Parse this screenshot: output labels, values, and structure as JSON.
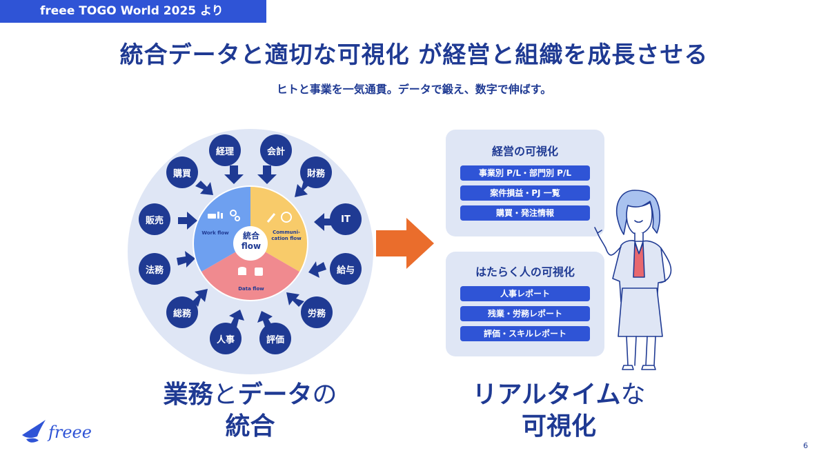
{
  "tag": "freee TOGO World 2025 より",
  "title": "統合データと適切な可視化 が経営と組織を成長させる",
  "subtitle": "ヒトと事業を一気通貫。データで鍛え、数字で伸ばす。",
  "circle": {
    "nodes": [
      "経理",
      "会計",
      "財務",
      "IT",
      "給与",
      "労務",
      "評価",
      "人事",
      "総務",
      "法務",
      "販売",
      "購買"
    ],
    "work_flow": "Work flow",
    "communication_flow_1": "Communi-",
    "communication_flow_2": "cation flow",
    "data_flow": "Data flow",
    "center_line1": "統合",
    "center_line2": "flow"
  },
  "left_caption": {
    "part1": "業務",
    "part2": "と",
    "part3": "データ",
    "part4": "の",
    "line2": "統合"
  },
  "right_caption": {
    "part1": "リアルタイム",
    "part2": "な",
    "line2": "可視化"
  },
  "panel_management": {
    "title": "経営の可視化",
    "items": [
      "事業別 P/L・部門別 P/L",
      "案件損益・PJ 一覧",
      "購買・発注情報"
    ]
  },
  "panel_people": {
    "title": "はたらく人の可視化",
    "items": [
      "人事レポート",
      "残業・労務レポート",
      "評価・スキルレポート"
    ]
  },
  "logo_text": "freee",
  "page_number": "6",
  "colors": {
    "navy": "#1f3a93",
    "blue": "#2f54d6",
    "light_blue_bg": "#dfe6f5",
    "orange_arrow": "#ea6d2c",
    "work_flow_segment": "#6ea0f0",
    "communication_segment": "#f8cb6a",
    "data_segment": "#f08a8f"
  }
}
